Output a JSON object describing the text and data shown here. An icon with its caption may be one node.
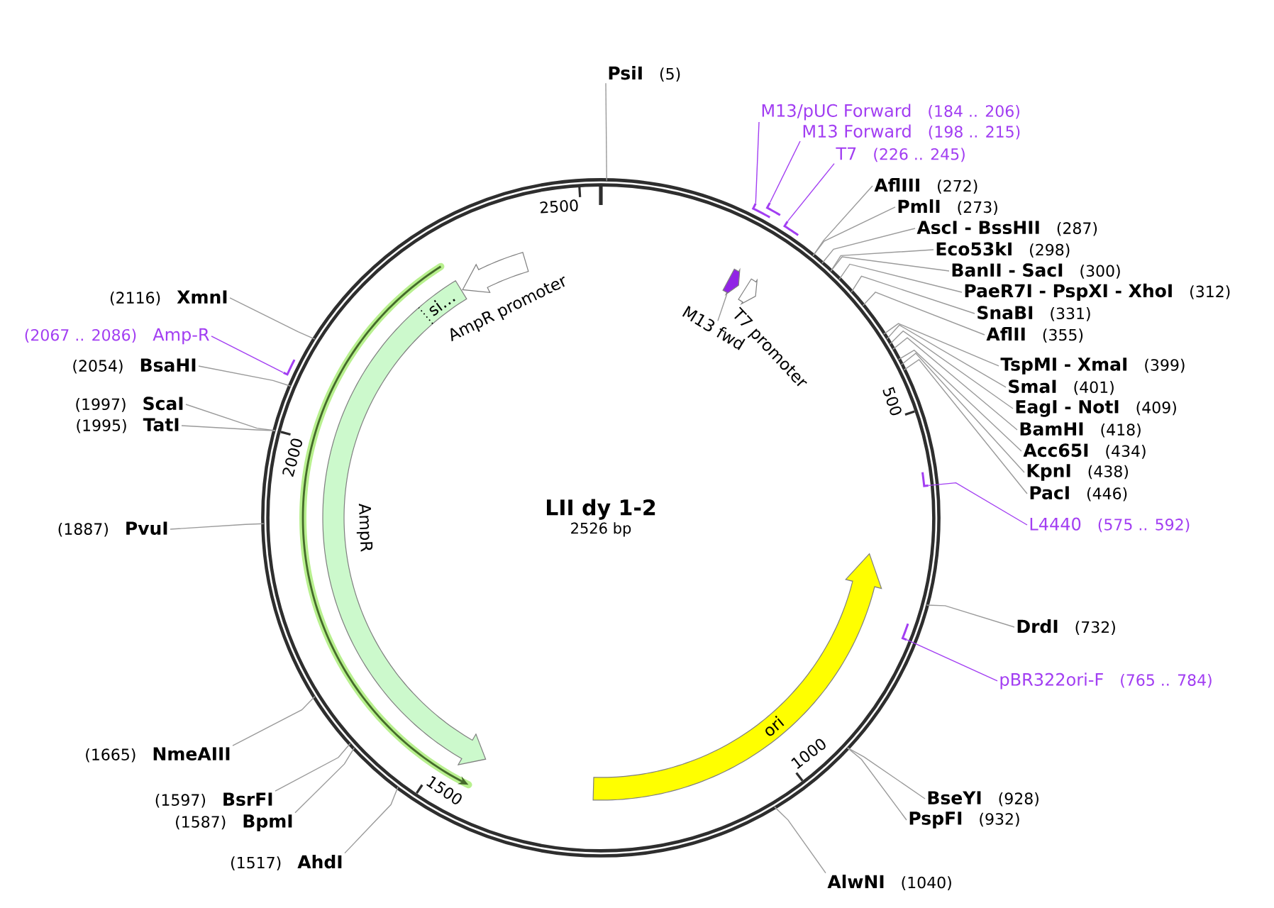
{
  "diagram": {
    "nodes": [
      {
        "text": [
          "LII dy 1-2",
          "2526 bp"
        ]
      },
      {
        "text": [
          "PsiI",
          "(5)"
        ]
      },
      {
        "text": [
          "M13/pUC Forward",
          "(184 .. 206)"
        ]
      },
      {
        "text": [
          "M13 Forward",
          "(198 .. 215)"
        ]
      },
      {
        "text": [
          "T7",
          "(226 .. 245)"
        ]
      },
      {
        "text": [
          "AflIII",
          "(272)"
        ]
      },
      {
        "text": [
          "PmlI",
          "(273)"
        ]
      },
      {
        "text": [
          "AscI - BssHII",
          "(287)"
        ]
      },
      {
        "text": [
          "Eco53kI",
          "(298)"
        ]
      },
      {
        "text": [
          "BanII - SacI",
          "(300)"
        ]
      },
      {
        "text": [
          "PaeR7I - PspXI - XhoI",
          "(312)"
        ]
      },
      {
        "text": [
          "SnaBI",
          "(331)"
        ]
      },
      {
        "text": [
          "AflII",
          "(355)"
        ]
      },
      {
        "text": [
          "TspMI - XmaI",
          "(399)"
        ]
      },
      {
        "text": [
          "SmaI",
          "(401)"
        ]
      },
      {
        "text": [
          "EagI - NotI",
          "(409)"
        ]
      },
      {
        "text": [
          "BamHI",
          "(418)"
        ]
      },
      {
        "text": [
          "Acc65I",
          "(434)"
        ]
      },
      {
        "text": [
          "KpnI",
          "(438)"
        ]
      },
      {
        "text": [
          "PacI",
          "(446)"
        ]
      },
      {
        "text": [
          "L4440",
          "(575 .. 592)"
        ]
      },
      {
        "text": [
          "DrdI",
          "(732)"
        ]
      },
      {
        "text": [
          "pBR322ori-F",
          "(765 .. 784)"
        ]
      },
      {
        "text": [
          "BseYI",
          "(928)"
        ]
      },
      {
        "text": [
          "PspFI",
          "(932)"
        ]
      },
      {
        "text": [
          "AlwNI",
          "(1040)"
        ]
      },
      {
        "text": [
          "(1517)",
          "AhdI"
        ]
      },
      {
        "text": [
          "(1587)",
          "BpmI"
        ]
      },
      {
        "text": [
          "(1597)",
          "BsrFI"
        ]
      },
      {
        "text": [
          "(1665)",
          "NmeAIII"
        ]
      },
      {
        "text": [
          "(1887)",
          "PvuI"
        ]
      },
      {
        "text": [
          "(1995)",
          "TatI"
        ]
      },
      {
        "text": [
          "(1997)",
          "ScaI"
        ]
      },
      {
        "text": [
          "(2054)",
          "BsaHI"
        ]
      },
      {
        "text": [
          "(2067 .. 2086)",
          "Amp-R"
        ]
      },
      {
        "text": [
          "(2116)",
          "XmnI"
        ]
      },
      {
        "text": [
          "AmpR promoter"
        ],
        "in": 0
      },
      {
        "text": [
          "AmpR"
        ],
        "in": 0
      },
      {
        "text": [
          "si…"
        ],
        "in": 37
      },
      {
        "text": [
          "ori"
        ],
        "in": 0
      },
      {
        "text": [
          "T7 promoter"
        ],
        "in": 0
      },
      {
        "text": [
          "M13 fwd"
        ],
        "in": 0
      },
      {
        "text": [],
        "shape": "arrow",
        "in": 0
      },
      {
        "text": [],
        "shape": "bar"
      },
      {
        "text": [],
        "shape": "bar"
      },
      {
        "text": [],
        "shape": "bar"
      },
      {
        "text": [],
        "shape": "bar",
        "in": 0
      },
      {
        "text": [],
        "shape": "bar",
        "in": 0
      },
      {
        "text": [],
        "shape": "bar"
      }
    ],
    "edges": [
      {
        "from": 1,
        "to": 0,
        "arrow": "none"
      },
      {
        "from": 2,
        "to": 43,
        "arrow": "none",
        "color": "#a23ef2"
      },
      {
        "from": 3,
        "to": 44,
        "arrow": "none",
        "color": "#a23ef2"
      },
      {
        "from": 4,
        "to": 45,
        "arrow": "none",
        "color": "#a23ef2"
      },
      {
        "from": 5,
        "to": 0,
        "arrow": "none"
      },
      {
        "from": 6,
        "to": 0,
        "arrow": "none"
      },
      {
        "from": 7,
        "to": 0,
        "arrow": "none"
      },
      {
        "from": 8,
        "to": 0,
        "arrow": "none"
      },
      {
        "from": 9,
        "to": 0,
        "arrow": "none"
      },
      {
        "from": 10,
        "to": 0,
        "arrow": "none"
      },
      {
        "from": 11,
        "to": 0,
        "arrow": "none"
      },
      {
        "from": 12,
        "to": 0,
        "arrow": "none"
      },
      {
        "from": 13,
        "to": 0,
        "arrow": "none"
      },
      {
        "from": 14,
        "to": 0,
        "arrow": "none"
      },
      {
        "from": 15,
        "to": 0,
        "arrow": "none"
      },
      {
        "from": 16,
        "to": 0,
        "arrow": "none"
      },
      {
        "from": 17,
        "to": 0,
        "arrow": "none"
      },
      {
        "from": 18,
        "to": 0,
        "arrow": "none"
      },
      {
        "from": 19,
        "to": 0,
        "arrow": "none"
      },
      {
        "from": 20,
        "to": 46,
        "arrow": "none",
        "color": "#a23ef2"
      },
      {
        "from": 21,
        "to": 0,
        "arrow": "none"
      },
      {
        "from": 22,
        "to": 47,
        "arrow": "none",
        "color": "#a23ef2"
      },
      {
        "from": 23,
        "to": 0,
        "arrow": "none"
      },
      {
        "from": 24,
        "to": 0,
        "arrow": "none"
      },
      {
        "from": 25,
        "to": 0,
        "arrow": "none"
      },
      {
        "from": 26,
        "to": 0,
        "arrow": "none"
      },
      {
        "from": 27,
        "to": 0,
        "arrow": "none"
      },
      {
        "from": 28,
        "to": 0,
        "arrow": "none"
      },
      {
        "from": 29,
        "to": 0,
        "arrow": "none"
      },
      {
        "from": 30,
        "to": 0,
        "arrow": "none"
      },
      {
        "from": 31,
        "to": 0,
        "arrow": "none"
      },
      {
        "from": 32,
        "to": 0,
        "arrow": "none"
      },
      {
        "from": 33,
        "to": 0,
        "arrow": "none"
      },
      {
        "from": 34,
        "to": 48,
        "arrow": "none",
        "color": "#a23ef2"
      },
      {
        "from": 35,
        "to": 0,
        "arrow": "none"
      },
      {
        "from": 41,
        "to": 42,
        "arrow": "none"
      }
    ],
    "labels": [
      "500",
      "1000",
      "1500",
      "2000",
      "2500"
    ]
  }
}
